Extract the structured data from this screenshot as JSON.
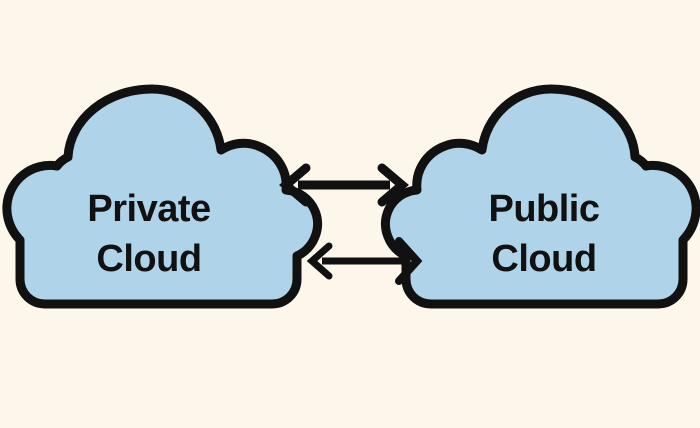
{
  "diagram": {
    "title": "Private Cloud and Public Cloud bidirectional connection diagram",
    "background_color": "#FCF7EA",
    "cloud_fill_color": "#AFD3E9",
    "cloud_stroke_color": "#111111",
    "arrow_color": "#111111",
    "label_color": "#111111",
    "nodes": [
      {
        "id": "private-cloud",
        "shape": "cloud",
        "line1": "Private",
        "line2": "Cloud"
      },
      {
        "id": "public-cloud",
        "shape": "cloud",
        "line1": "Public",
        "line2": "Cloud"
      }
    ],
    "connectors": [
      {
        "id": "arrow-top",
        "type": "double-headed-arrow",
        "from": "private-cloud",
        "to": "public-cloud",
        "direction": "bidirectional"
      },
      {
        "id": "arrow-bottom",
        "type": "double-headed-arrow",
        "from": "public-cloud",
        "to": "private-cloud",
        "direction": "bidirectional"
      }
    ]
  }
}
